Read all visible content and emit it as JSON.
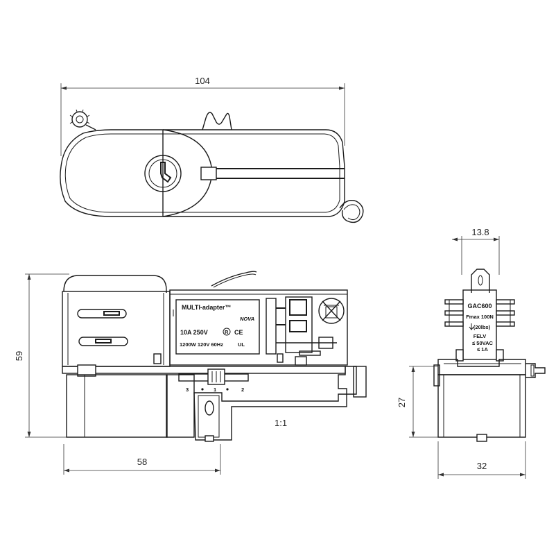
{
  "dimensions": {
    "top_length": "104",
    "side_height": "59",
    "side_bottom": "58",
    "end_width_top": "13.8",
    "end_height": "27",
    "end_width_bottom": "32"
  },
  "scale": "1:1",
  "label": {
    "brand": "MULTI-adapter™",
    "mark_nema": "NOVA",
    "rating": "10A 250V",
    "mark_r": "R",
    "mark_ce": "CE",
    "rating2": "1200W 120V 60Hz",
    "mark_ul": "UL"
  },
  "selector": {
    "pos3": "3",
    "pos1": "1",
    "pos2": "2"
  },
  "end_label": {
    "model": "GAC600",
    "fmax": "Fmax 100N",
    "lbs": "(20lbs)",
    "felv": "FELV",
    "vac": "≤ 50VAC",
    "amp": "≤ 1A"
  }
}
